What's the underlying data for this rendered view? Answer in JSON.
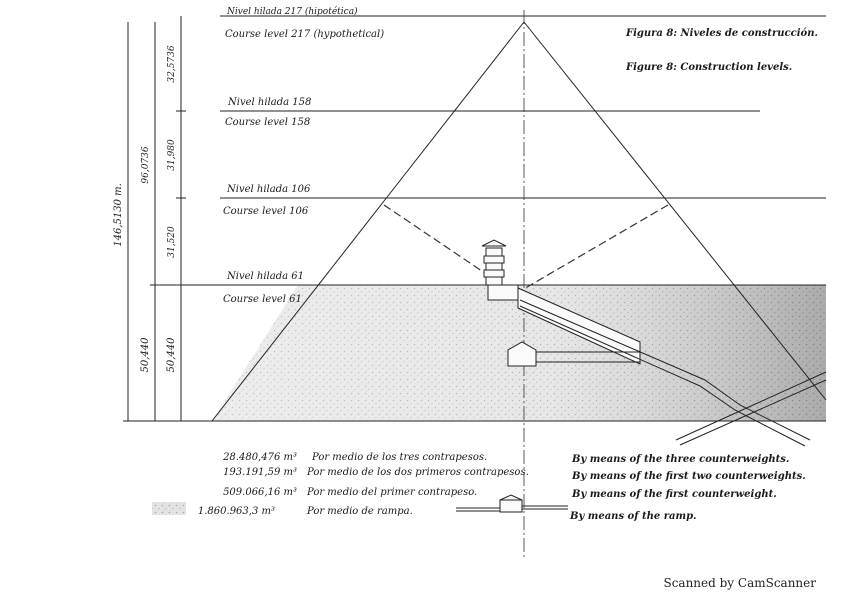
{
  "figure": {
    "caption_es": "Figura 8:  Niveles de construcción.",
    "caption_en": "Figure 8: Construction levels."
  },
  "levels": [
    {
      "es": "Nivel hilada 217 (hipotética)",
      "en": "Course level 217 (hypothetical)"
    },
    {
      "es": "Nivel hilada 158",
      "en": "Course level 158"
    },
    {
      "es": "Nivel hilada 106",
      "en": "Course level 106"
    },
    {
      "es": "Nivel hilada 61",
      "en": "Course level 61"
    }
  ],
  "dimensions": {
    "total": "146,5130 m.",
    "upper_sum": "96,0736",
    "seg_top": "32,5736",
    "seg_mid": "31,980",
    "seg_low": "31,520",
    "base_a": "50,440",
    "base_b": "50,440"
  },
  "legend": [
    {
      "volume": "28.480,476 m³",
      "es": "Por medio de los tres contrapesos.",
      "en": "By means of the three counterweights."
    },
    {
      "volume": "193.191,59 m³",
      "es": "Por medio de los dos primeros contrapesos.",
      "en": "By means of the first two counterweights."
    },
    {
      "volume": "509.066,16 m³",
      "es": "Por medio del primer contrapeso.",
      "en": "By means of the first counterweight."
    },
    {
      "volume": "1.860.963,3 m³",
      "es": "Por medio de rampa.",
      "en": "By means of the ramp."
    }
  ],
  "footer": "Scanned by CamScanner"
}
